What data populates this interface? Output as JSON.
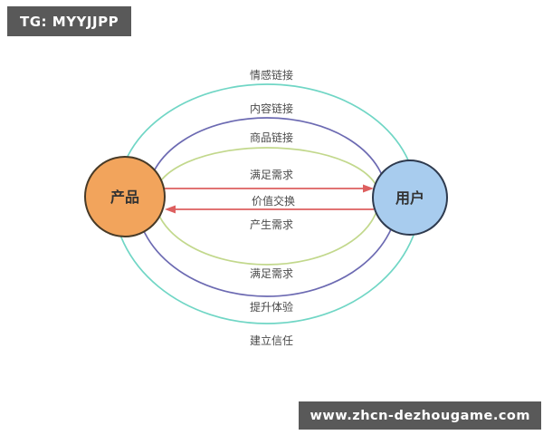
{
  "watermarks": {
    "telegram_badge": "TG: MYYJJPP",
    "website_badge": "www.zhcn-dezhougame.com",
    "badge_bg": "#595959",
    "badge_text_color": "#ffffff"
  },
  "diagram": {
    "label_color": "#4a4a4a",
    "nodes": {
      "product": {
        "label": "产品",
        "fill": "#F2A45C",
        "stroke": "#473A27",
        "text_color": "#333333"
      },
      "user": {
        "label": "用户",
        "fill": "#A8CCEE",
        "stroke": "#2E3A4E",
        "text_color": "#333333"
      }
    },
    "top_arcs": [
      {
        "label": "情感链接",
        "color": "#70D6C5"
      },
      {
        "label": "内容链接",
        "color": "#6C6AB2"
      },
      {
        "label": "商品链接",
        "color": "#C2D88C"
      }
    ],
    "middle_arrows": [
      {
        "label": "满足需求",
        "direction": "product-to-user",
        "color": "#DD5F5F"
      },
      {
        "label": "价值交换",
        "direction": "user-to-product",
        "color": "#DD5F5F"
      }
    ],
    "middle_bottom_label": "产生需求",
    "bottom_arcs": [
      {
        "label": "满足需求",
        "color": "#C2D88C"
      },
      {
        "label": "提升体验",
        "color": "#6C6AB2"
      },
      {
        "label": "建立信任",
        "color": "#70D6C5"
      }
    ]
  }
}
